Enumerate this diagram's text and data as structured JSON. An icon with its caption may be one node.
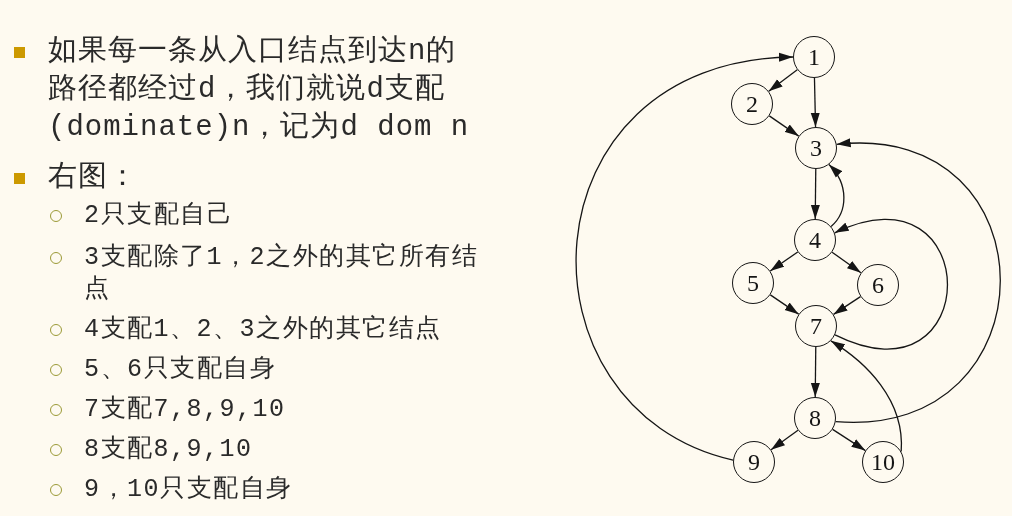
{
  "diagram": {
    "nodes": [
      {
        "text": [
          "1"
        ]
      },
      {
        "text": [
          "2"
        ]
      },
      {
        "text": [
          "3"
        ]
      },
      {
        "text": [
          "4"
        ]
      },
      {
        "text": [
          "5"
        ]
      },
      {
        "text": [
          "6"
        ]
      },
      {
        "text": [
          "7"
        ]
      },
      {
        "text": [
          "8"
        ]
      },
      {
        "text": [
          "9"
        ]
      },
      {
        "text": [
          "10"
        ]
      }
    ],
    "edges": [
      {
        "from": 0,
        "to": 1,
        "arrow": "to"
      },
      {
        "from": 0,
        "to": 2,
        "arrow": "to"
      },
      {
        "from": 1,
        "to": 2,
        "arrow": "to"
      },
      {
        "from": 2,
        "to": 3,
        "arrow": "to"
      },
      {
        "from": 3,
        "to": 2,
        "arrow": "to"
      },
      {
        "from": 3,
        "to": 4,
        "arrow": "to"
      },
      {
        "from": 3,
        "to": 5,
        "arrow": "to"
      },
      {
        "from": 4,
        "to": 6,
        "arrow": "to"
      },
      {
        "from": 5,
        "to": 6,
        "arrow": "to"
      },
      {
        "from": 6,
        "to": 3,
        "arrow": "to"
      },
      {
        "from": 6,
        "to": 7,
        "arrow": "to"
      },
      {
        "from": 7,
        "to": 2,
        "arrow": "to"
      },
      {
        "from": 7,
        "to": 8,
        "arrow": "to"
      },
      {
        "from": 7,
        "to": 9,
        "arrow": "to"
      },
      {
        "from": 9,
        "to": 6,
        "arrow": "to"
      },
      {
        "from": 8,
        "to": 0,
        "arrow": "to"
      }
    ],
    "labels": [
      "如果每一条从入口结点到达n的路径都经过d，我们就说d支配(dominate)n，记为d dom n",
      "右图：",
      "2只支配自己",
      "3支配除了1，2之外的其它所有结点",
      "4支配1、2、3之外的其它结点",
      "5、6只支配自身",
      "7支配7,8,9,10",
      "8支配8,9,10",
      "9，10只支配自身"
    ]
  }
}
